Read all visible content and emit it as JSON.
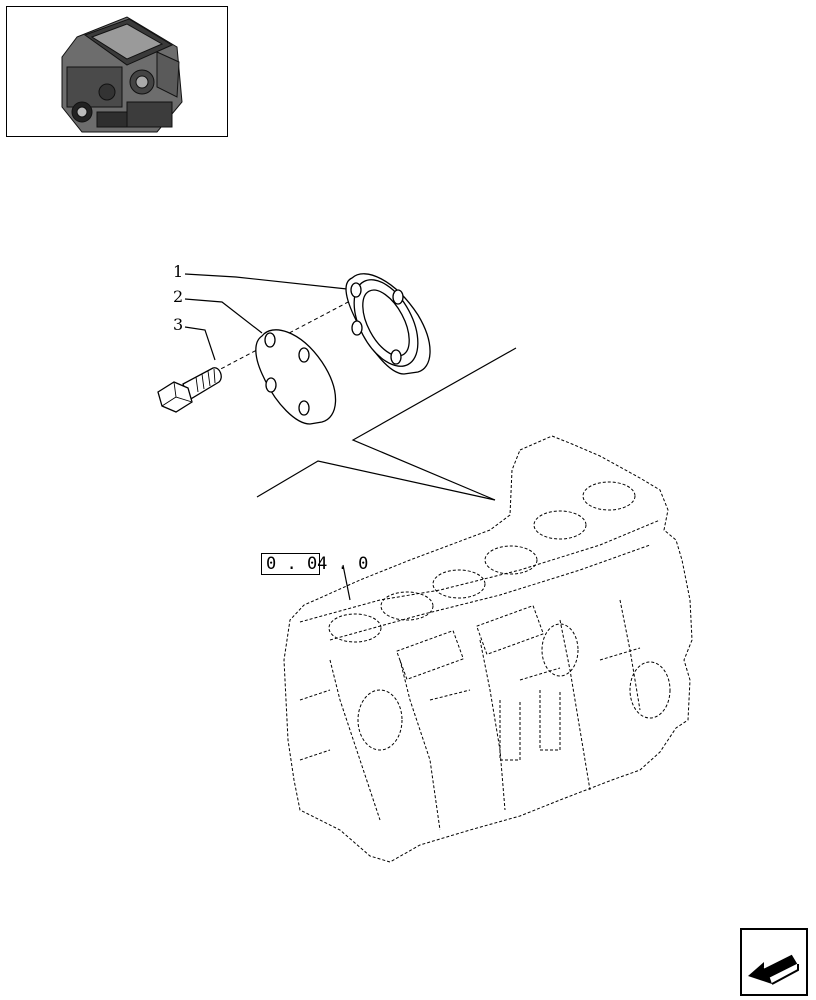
{
  "thumbnail": {
    "icon": "engine-thumbnail-icon"
  },
  "callouts": [
    {
      "number": "1"
    },
    {
      "number": "2"
    },
    {
      "number": "3"
    }
  ],
  "reference": {
    "code": "0 . 04 . 0"
  },
  "navigation": {
    "icon": "previous-page-arrow-icon"
  }
}
